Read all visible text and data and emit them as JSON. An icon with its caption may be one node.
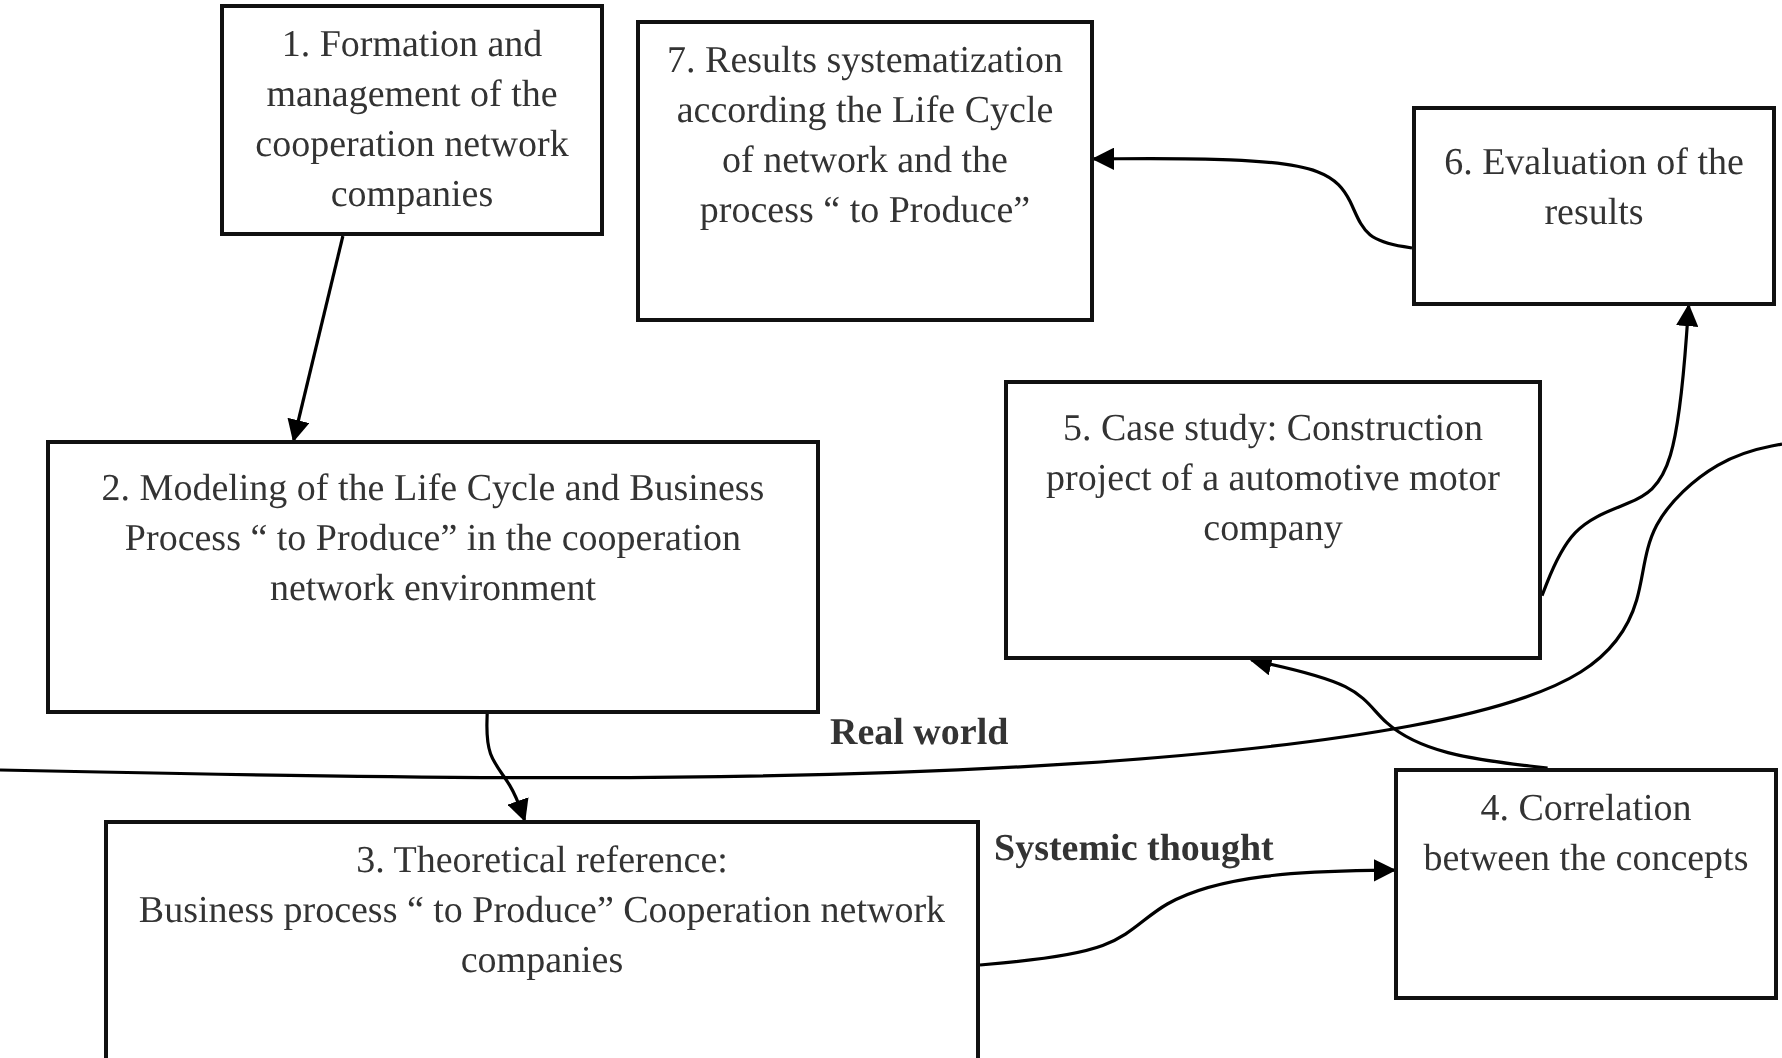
{
  "diagram": {
    "nodes": [
      {
        "text": [
          "1. Formation and management of the cooperation network companies"
        ]
      },
      {
        "text": [
          "2. Modeling of the Life Cycle and Business Process “ to Produce” in the cooperation network environment"
        ]
      },
      {
        "text": [
          "3. Theoretical reference:",
          "Business process “ to Produce” Cooperation network companies"
        ]
      },
      {
        "text": [
          "4. Correlation between the concepts"
        ]
      },
      {
        "text": [
          "5. Case study: Construction project of a automotive motor company"
        ]
      },
      {
        "text": [
          "6. Evaluation of the results"
        ]
      },
      {
        "text": [
          "7. Results systematization according the Life Cycle of network  and the process “ to Produce”"
        ]
      }
    ],
    "edges": [
      {
        "from": 0,
        "to": 1,
        "arrow": "to"
      },
      {
        "from": 1,
        "to": 2,
        "arrow": "to"
      },
      {
        "from": 2,
        "to": 3,
        "arrow": "to"
      },
      {
        "from": 3,
        "to": 4,
        "arrow": "to"
      },
      {
        "from": 4,
        "to": 5,
        "arrow": "to"
      },
      {
        "from": 5,
        "to": 6,
        "arrow": "to"
      }
    ],
    "labels": [
      "Real world",
      "Systemic thought"
    ]
  }
}
